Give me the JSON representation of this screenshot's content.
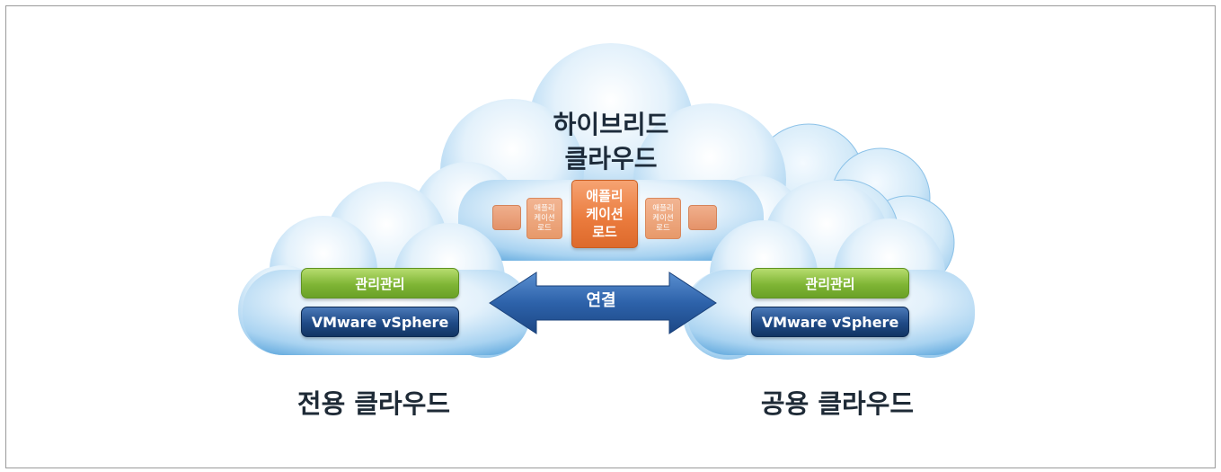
{
  "hybrid_cloud": {
    "title_line1": "하이브리드",
    "title_line2": "클라우드",
    "app_main": [
      "애플리",
      "케이션",
      "로드"
    ],
    "app_left": [
      "애플리",
      "케이션",
      "로드"
    ],
    "app_right": [
      "애플리",
      "케이션",
      "로드"
    ]
  },
  "private_cloud": {
    "label": "전용 클라우드",
    "management": "관리관리",
    "platform": "VMware vSphere"
  },
  "public_cloud": {
    "label": "공용 클라우드",
    "management": "관리관리",
    "platform": "VMware vSphere"
  },
  "connection": {
    "label": "연결"
  },
  "colors": {
    "cloud_light": "#e8f4fc",
    "cloud_dark": "#6fb0e0",
    "arrow": "#2b62a8",
    "green_bar": "#7fb535",
    "navy_bar": "#1f4a86",
    "app_orange": "#ea7a3c"
  }
}
